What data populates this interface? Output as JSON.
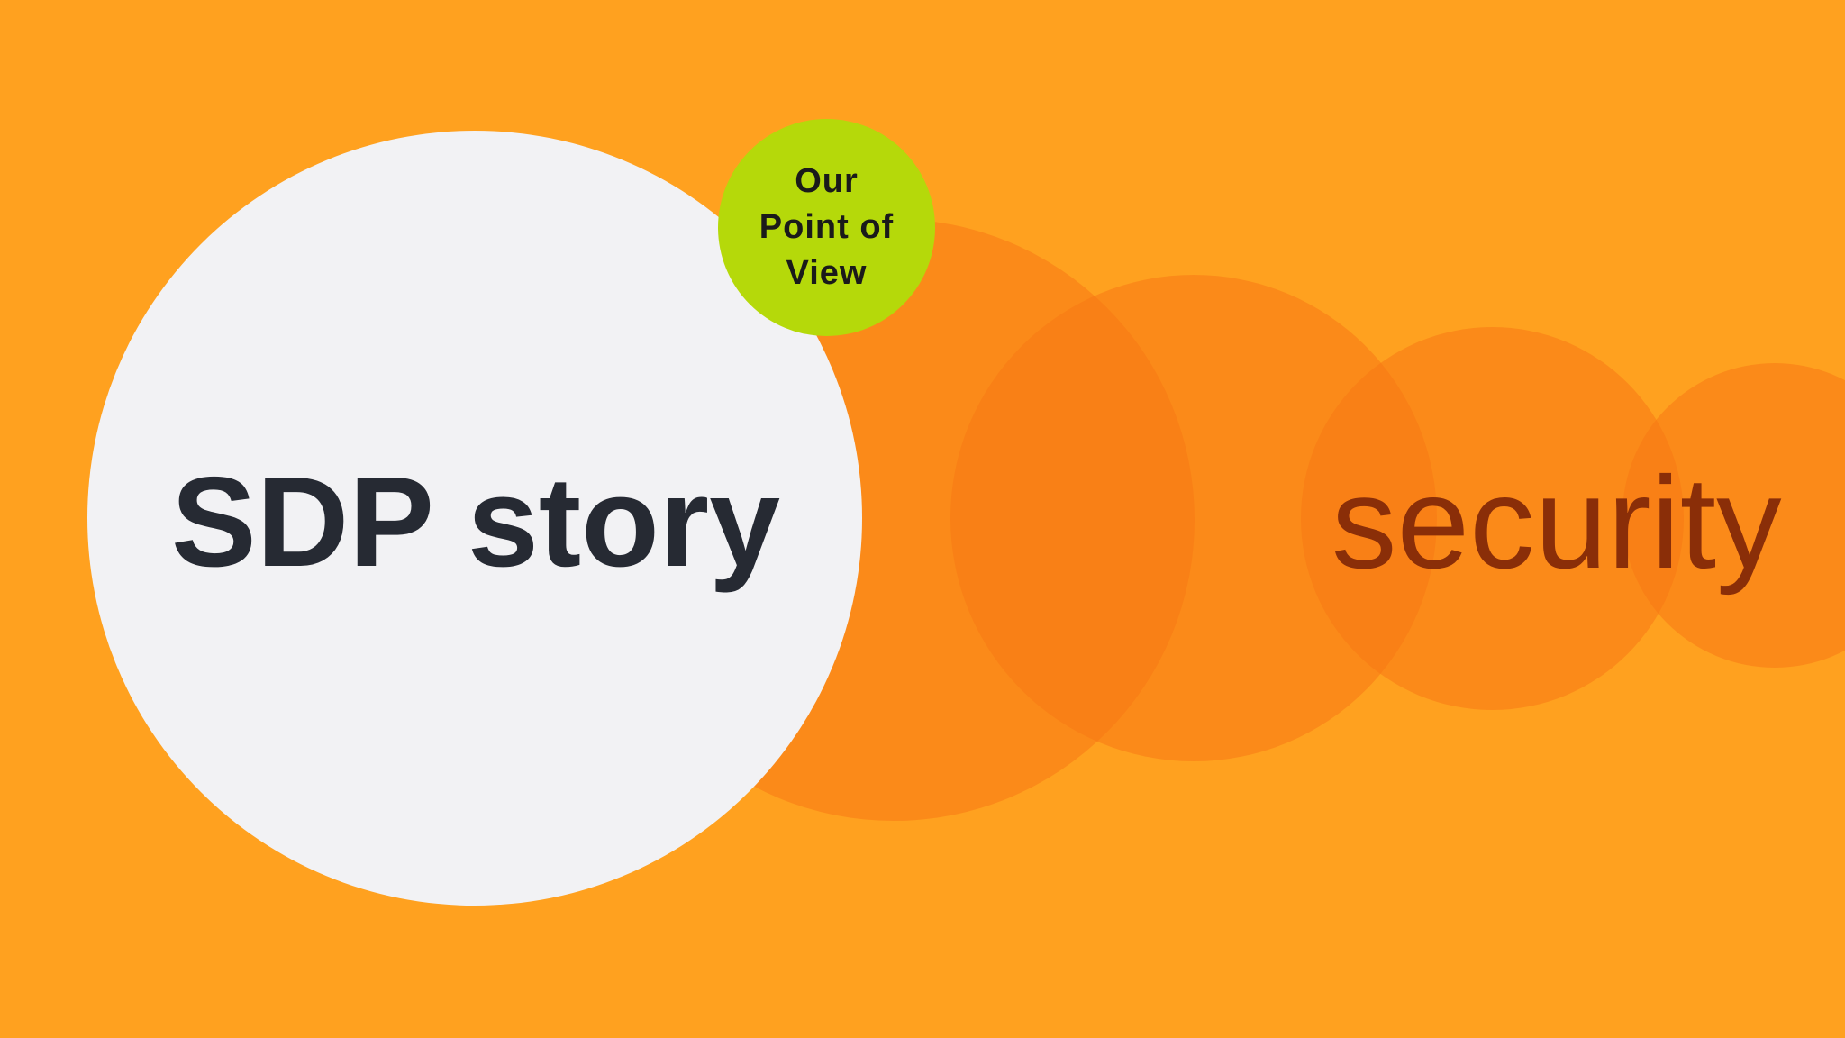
{
  "slide": {
    "title": "SDP story",
    "badge": {
      "line1": "Our",
      "line2": "Point of",
      "line3": "View"
    },
    "subject": "security"
  },
  "colors": {
    "background": "#FFA11F",
    "main_circle": "#F2F2F4",
    "badge_circle": "#B5D90A",
    "accent_circles": "#F87814",
    "title_text": "#262A33",
    "subject_text": "#8A2E08"
  }
}
